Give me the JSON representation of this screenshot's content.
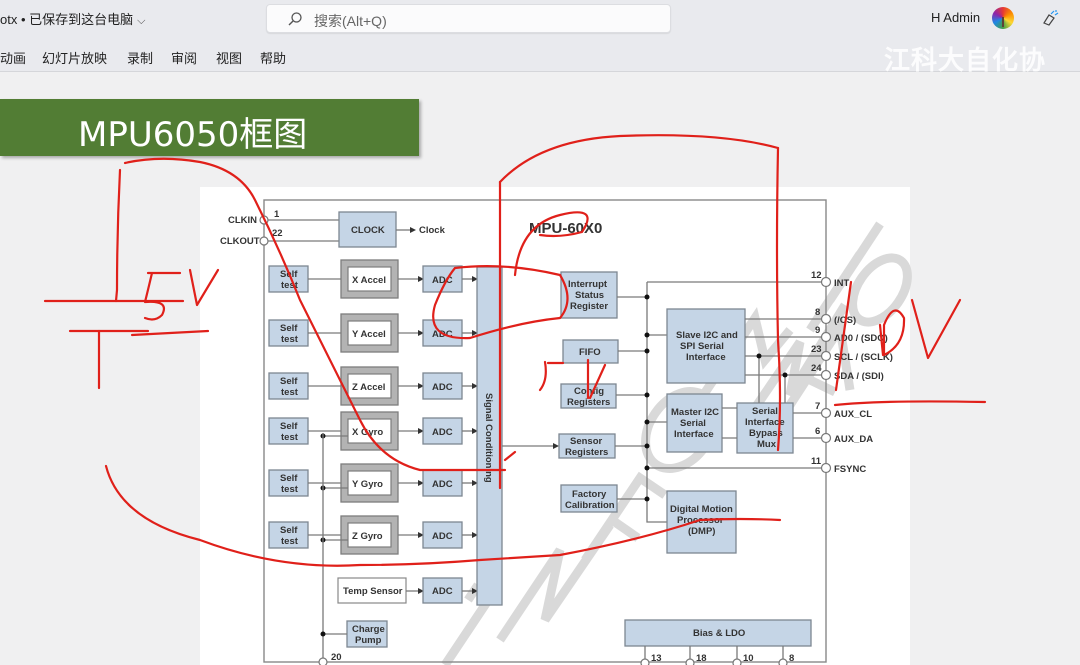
{
  "titlebar": {
    "file_status": "otx • 已保存到这台电脑",
    "search_placeholder": "搜索(Alt+Q)",
    "user_name": "H Admin"
  },
  "ribbon": {
    "tabs": [
      "动画",
      "幻灯片放映",
      "录制",
      "审阅",
      "视图",
      "帮助"
    ]
  },
  "overlay_watermark": "江科大自化协",
  "slide": {
    "title": "MPU6050框图"
  },
  "diagram": {
    "chip_name": "MPU-60X0",
    "left_pins": [
      {
        "name": "CLKIN",
        "number": "1"
      },
      {
        "name": "CLKOUT",
        "number": "22"
      }
    ],
    "clock_block": "CLOCK",
    "clock_output": "Clock",
    "self_test": "Self test",
    "sensors": [
      "X Accel",
      "Y Accel",
      "Z Accel",
      "X Gyro",
      "Y Gyro",
      "Z Gyro"
    ],
    "temp_sensor": "Temp Sensor",
    "adc": "ADC",
    "charge_pump": "Charge Pump",
    "charge_pump_pin": "20",
    "signal_conditioning": "Signal Conditioning",
    "interrupt_status_register": "Interrupt Status Register",
    "fifo": "FIFO",
    "config_registers": "Config Registers",
    "sensor_registers": "Sensor Registers",
    "factory_calibration": "Factory Calibration",
    "slave_interface": "Slave I2C and SPI Serial Interface",
    "master_interface": "Master I2C Serial Interface",
    "bypass_mux": "Serial Interface Bypass Mux",
    "dmp": "Digital Motion Processor (DMP)",
    "bias_ldo": "Bias & LDO",
    "bottom_pins": [
      "13",
      "18",
      "10",
      "8"
    ],
    "right_pins": [
      {
        "number": "12",
        "name": "INT"
      },
      {
        "number": "8",
        "name": "(/CS)"
      },
      {
        "number": "9",
        "name": "AD0 / (SDO)"
      },
      {
        "number": "23",
        "name": "SCL / (SCLK)"
      },
      {
        "number": "24",
        "name": "SDA / (SDI)"
      },
      {
        "number": "7",
        "name": "AUX_CL"
      },
      {
        "number": "6",
        "name": "AUX_DA"
      },
      {
        "number": "11",
        "name": "FSYNC"
      }
    ],
    "background_watermark": "INFORMATION"
  },
  "annotations": {
    "left_voltage": "5V",
    "right_label": "DV"
  }
}
